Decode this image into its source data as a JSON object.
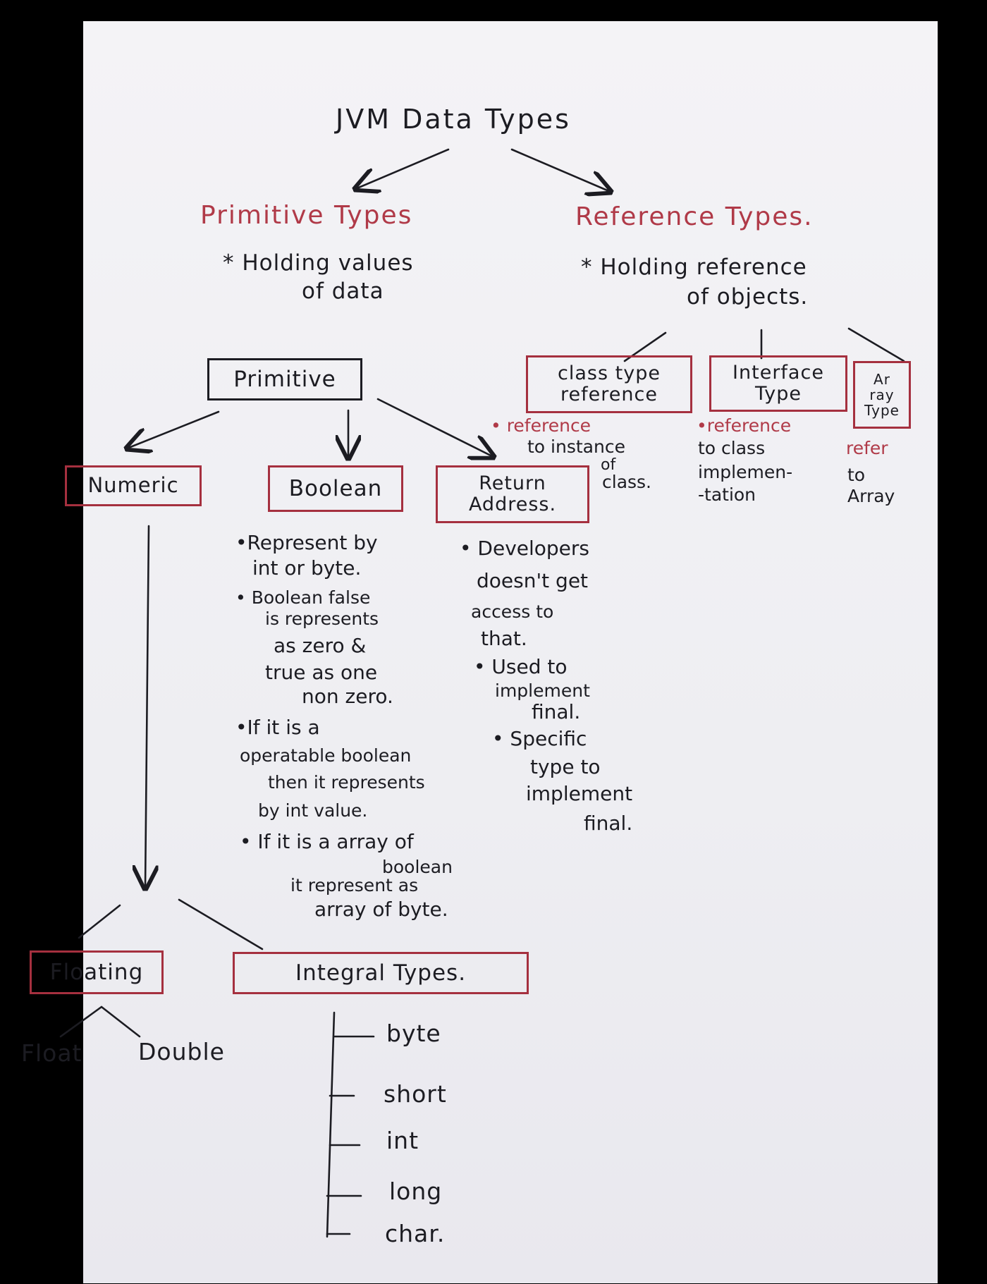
{
  "title": "JVM Data Types",
  "primitive_types": {
    "heading": "Primitive Types",
    "desc_line1": "* Holding values",
    "desc_line2": "of data"
  },
  "reference_types": {
    "heading": "Reference Types.",
    "desc_line1": "* Holding reference",
    "desc_line2": "of objects.",
    "class_type": {
      "box": "class type\nreference",
      "note_line1": "• reference",
      "note_line2": "to instance",
      "note_line3": "of",
      "note_line4": "class."
    },
    "interface_type": {
      "box": "Interface\nType",
      "note_line1": "•reference",
      "note_line2": "to class",
      "note_line3": "implemen-",
      "note_line4": "-tation"
    },
    "array_type": {
      "box": "Ar\nray\nType",
      "note_line1": "refer",
      "note_line2": "to",
      "note_line3": "Array"
    }
  },
  "primitive": {
    "box": "Primitive",
    "numeric": "Numeric",
    "boolean": "Boolean",
    "return_address": "Return\nAddress."
  },
  "boolean_notes": [
    "•Represent by",
    "int or byte.",
    "• Boolean false",
    "is represents",
    "as zero &",
    "true as one",
    "non zero.",
    "•If it is a",
    "operatable boolean",
    "then it represents",
    "by int value.",
    "• If it is  a array of",
    "boolean",
    "it represent as",
    "array of byte."
  ],
  "return_address_notes": [
    "• Developers",
    "doesn't get",
    "access to",
    "that.",
    "• Used to",
    "implement",
    "final.",
    "• Specific",
    "type to",
    "implement",
    "final."
  ],
  "numeric": {
    "floating": "Floating",
    "integral": "Integral  Types.",
    "float_types": [
      "Float",
      "Double"
    ],
    "integral_types": [
      "byte",
      "short",
      "int",
      "long",
      "char."
    ]
  }
}
